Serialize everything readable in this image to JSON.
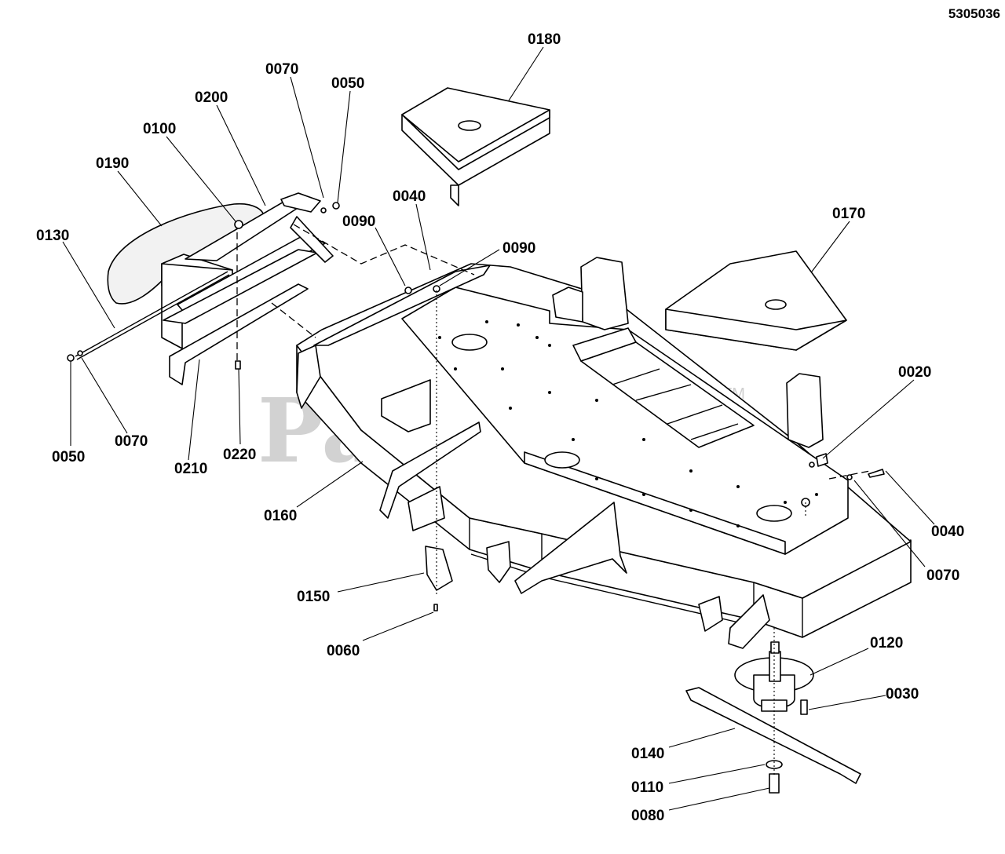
{
  "drawing_number": "5305036",
  "watermark": {
    "text": "PartsTree",
    "trademark": "TM"
  },
  "callouts": [
    {
      "id": "c0180",
      "text": "0180"
    },
    {
      "id": "c0070-top",
      "text": "0070"
    },
    {
      "id": "c0050-top",
      "text": "0050"
    },
    {
      "id": "c0200",
      "text": "0200"
    },
    {
      "id": "c0100",
      "text": "0100"
    },
    {
      "id": "c0190",
      "text": "0190"
    },
    {
      "id": "c0040-top",
      "text": "0040"
    },
    {
      "id": "c0170",
      "text": "0170"
    },
    {
      "id": "c0130",
      "text": "0130"
    },
    {
      "id": "c0090-left",
      "text": "0090"
    },
    {
      "id": "c0090-right",
      "text": "0090"
    },
    {
      "id": "c0020",
      "text": "0020"
    },
    {
      "id": "c0070-left",
      "text": "0070"
    },
    {
      "id": "c0050-left",
      "text": "0050"
    },
    {
      "id": "c0210",
      "text": "0210"
    },
    {
      "id": "c0220",
      "text": "0220"
    },
    {
      "id": "c0160",
      "text": "0160"
    },
    {
      "id": "c0040-right",
      "text": "0040"
    },
    {
      "id": "c0070-right",
      "text": "0070"
    },
    {
      "id": "c0150",
      "text": "0150"
    },
    {
      "id": "c0060",
      "text": "0060"
    },
    {
      "id": "c0120",
      "text": "0120"
    },
    {
      "id": "c0030",
      "text": "0030"
    },
    {
      "id": "c0140",
      "text": "0140"
    },
    {
      "id": "c0110",
      "text": "0110"
    },
    {
      "id": "c0080",
      "text": "0080"
    }
  ]
}
